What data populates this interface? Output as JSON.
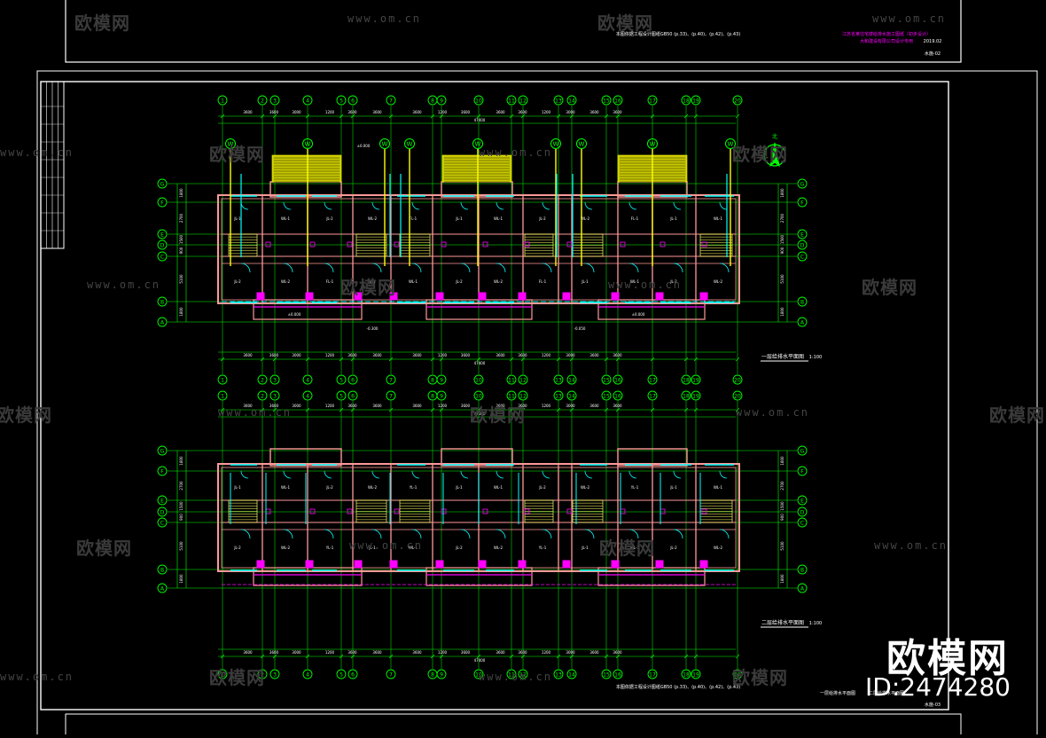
{
  "title_block": {
    "note_top": "本图依据工程设计图纸GB50 (p.33)、(p.40)、(p.42)、(p.43)",
    "project_lines": [
      "江苏省某住宅楼给排水施工图纸（初步设计）",
      "大和建设有限公司设计专用"
    ],
    "sheet_no": "水施-02",
    "year": "2019.02",
    "note_bottom": "本图依据工程设计图纸GB50 (p.33)、(p.40)、(p.42)、(p.43)",
    "bottom_sheet_no": "水施-03",
    "bottom_captions": [
      "一层给排水平面图",
      "二层给排水平面图"
    ]
  },
  "plans": [
    {
      "title": "一层给排水平面图",
      "scale": "1:100",
      "col_labels": [
        "1",
        "2",
        "3",
        "4",
        "5",
        "6",
        "7",
        "8",
        "9",
        "10",
        "11",
        "12",
        "13",
        "14",
        "15",
        "16",
        "17",
        "18",
        "19",
        "20"
      ],
      "row_labels": [
        "G",
        "F",
        "E",
        "D",
        "C",
        "B",
        "A"
      ],
      "dims_top": [
        "3600",
        "3600",
        "3000",
        "1200",
        "3600",
        "3600",
        "3600",
        "1200",
        "3600",
        "3600",
        "3600",
        "1200",
        "3000",
        "3600",
        "3600"
      ],
      "total": "47400",
      "row_dims": [
        "1800",
        "2700",
        "1500",
        "900",
        "5100",
        "1800"
      ],
      "level_marks": [
        "±0.000",
        "-0.300",
        "-0.050"
      ],
      "riser_labels": [
        "JL-1",
        "WL-1",
        "JL-2",
        "WL-2",
        "FL-1"
      ],
      "well_label": "W"
    },
    {
      "title": "二层给排水平面图",
      "scale": "1:100",
      "col_labels": [
        "1",
        "2",
        "3",
        "4",
        "5",
        "6",
        "7",
        "8",
        "9",
        "10",
        "11",
        "12",
        "13",
        "14",
        "15",
        "16",
        "17",
        "18",
        "19",
        "20"
      ],
      "row_labels": [
        "G",
        "F",
        "E",
        "D",
        "C",
        "B",
        "A"
      ],
      "dims_top": [
        "3600",
        "3600",
        "3000",
        "1200",
        "3600",
        "3600",
        "3600",
        "1200",
        "3600",
        "3600",
        "3600",
        "1200",
        "3000",
        "3600",
        "3600"
      ],
      "total": "47400",
      "row_dims": [
        "1800",
        "2700",
        "1500",
        "900",
        "5100",
        "1800"
      ],
      "riser_labels": [
        "JL-1",
        "WL-1",
        "JL-2",
        "WL-2",
        "YL-1"
      ]
    }
  ],
  "north_label": "北",
  "watermark": {
    "text": "欧模网",
    "url": "www.om.cn"
  },
  "brand": {
    "name": "欧模网",
    "id": "ID:2474280"
  },
  "colors": {
    "background": "#000000",
    "axis": "#00ff00",
    "wall": "#ff9999",
    "pipe_water": "#00ffff",
    "pipe_drain": "#ffff00",
    "fixture": "#ff00ff",
    "text": "#ffffff",
    "frame": "#ffffff"
  }
}
